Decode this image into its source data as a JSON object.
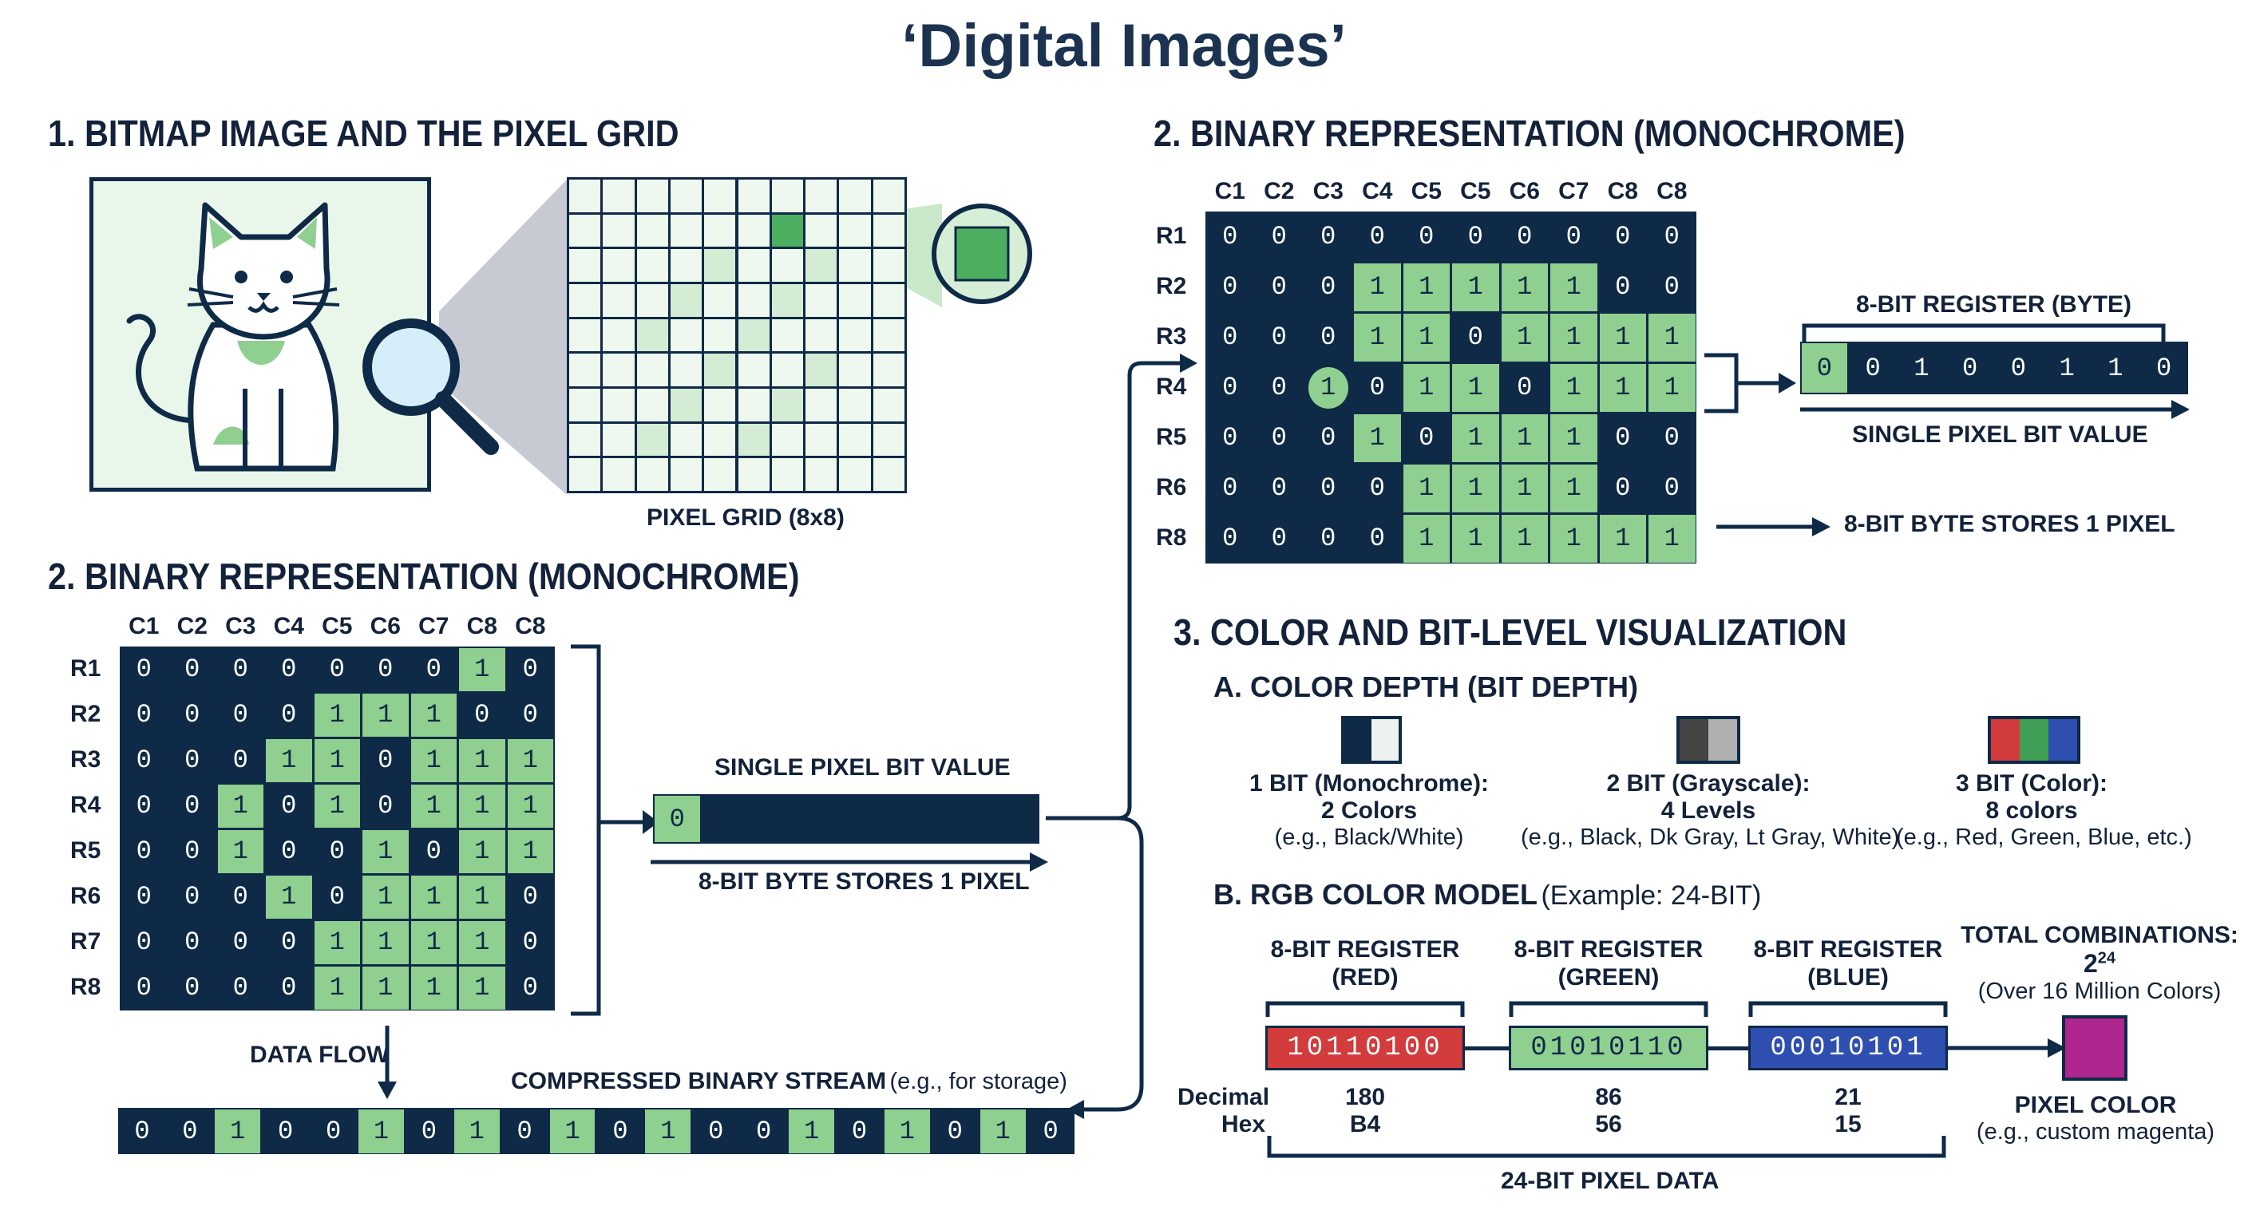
{
  "title": "‘Digital Images’",
  "section1": {
    "heading": "1. BITMAP IMAGE AND THE PIXEL GRID",
    "grid_caption": "PIXEL GRID (8x8)"
  },
  "section2a": {
    "heading": "2. BINARY REPRESENTATION (MONOCHROME)",
    "col_headers": [
      "C1",
      "C2",
      "C3",
      "C4",
      "C5",
      "C6",
      "C7",
      "C8",
      "C8"
    ],
    "row_headers": [
      "R1",
      "R2",
      "R3",
      "R4",
      "R5",
      "R6",
      "R7",
      "R8"
    ],
    "rows": [
      [
        0,
        0,
        0,
        0,
        0,
        0,
        0,
        1,
        0
      ],
      [
        0,
        0,
        0,
        0,
        1,
        1,
        1,
        0,
        0
      ],
      [
        0,
        0,
        0,
        1,
        1,
        0,
        1,
        1,
        1
      ],
      [
        0,
        0,
        1,
        0,
        1,
        0,
        1,
        1,
        1
      ],
      [
        0,
        0,
        1,
        0,
        0,
        1,
        0,
        1,
        1
      ],
      [
        0,
        0,
        0,
        1,
        0,
        1,
        1,
        1,
        0
      ],
      [
        0,
        0,
        0,
        0,
        1,
        1,
        1,
        1,
        0
      ],
      [
        0,
        0,
        0,
        0,
        1,
        1,
        1,
        1,
        0
      ]
    ],
    "single_pixel_label": "SINGLE PIXEL BIT VALUE",
    "single_pixel_value": "0",
    "byte_label": "8-BIT BYTE STORES 1 PIXEL",
    "data_flow_label": "DATA FLOW",
    "stream_label": "COMPRESSED BINARY STREAM",
    "stream_note": "(e.g., for storage)",
    "stream": [
      0,
      0,
      1,
      0,
      0,
      1,
      0,
      1,
      0,
      1,
      0,
      1,
      0,
      0,
      1,
      0,
      1,
      0,
      1,
      0
    ]
  },
  "section2b": {
    "heading": "2. BINARY REPRESENTATION (MONOCHROME)",
    "col_headers": [
      "C1",
      "C2",
      "C3",
      "C4",
      "C5",
      "C5",
      "C6",
      "C7",
      "C8",
      "C8"
    ],
    "row_headers": [
      "R1",
      "R2",
      "R3",
      "R4",
      "R5",
      "R6",
      "R8"
    ],
    "rows": [
      [
        0,
        0,
        0,
        0,
        0,
        0,
        0,
        0,
        0,
        0
      ],
      [
        0,
        0,
        0,
        1,
        1,
        1,
        1,
        1,
        0,
        0
      ],
      [
        0,
        0,
        0,
        1,
        1,
        0,
        1,
        1,
        1,
        1
      ],
      [
        0,
        0,
        1,
        0,
        1,
        1,
        0,
        1,
        1,
        1
      ],
      [
        0,
        0,
        0,
        1,
        0,
        1,
        1,
        1,
        0,
        0
      ],
      [
        0,
        0,
        0,
        0,
        1,
        1,
        1,
        1,
        0,
        0
      ],
      [
        0,
        0,
        0,
        0,
        1,
        1,
        1,
        1,
        1,
        1
      ]
    ],
    "register_label": "8-BIT REGISTER (BYTE)",
    "register_bits": [
      "0",
      "0",
      "1",
      "0",
      "0",
      "1",
      "1",
      "0"
    ],
    "single_pixel_label": "SINGLE PIXEL BIT VALUE",
    "byte_label": "8-BIT BYTE STORES 1 PIXEL"
  },
  "section3": {
    "heading": "3. COLOR AND BIT-LEVEL VISUALIZATION",
    "depth_heading": "A. COLOR DEPTH (BIT DEPTH)",
    "depths": [
      {
        "line1": "1 BIT (Monochrome):",
        "line2": "2 Colors",
        "line3": "(e.g., Black/White)"
      },
      {
        "line1": "2 BIT (Grayscale):",
        "line2": "4 Levels",
        "line3": "(e.g., Black, Dk Gray, Lt Gray, White)"
      },
      {
        "line1": "3 BIT (Color):",
        "line2": "8 colors",
        "line3": "(e.g., Red, Green, Blue, etc.)"
      }
    ],
    "rgb_heading": "B. RGB COLOR MODEL",
    "rgb_note": "(Example: 24-BIT)",
    "registers": [
      {
        "line1": "8-BIT REGISTER",
        "line2": "(RED)",
        "bits": "10110100",
        "decimal": "180",
        "hex": "B4",
        "color": "#d23c3c"
      },
      {
        "line1": "8-BIT REGISTER",
        "line2": "(GREEN)",
        "bits": "01010110",
        "decimal": "86",
        "hex": "56",
        "color": "#8fcf8f"
      },
      {
        "line1": "8-BIT REGISTER",
        "line2": "(BLUE)",
        "bits": "00010101",
        "decimal": "21",
        "hex": "15",
        "color": "#2f4fb0"
      }
    ],
    "decimal_label": "Decimal",
    "hex_label": "Hex",
    "total_label": "TOTAL COMBINATIONS:",
    "total_base": "2",
    "total_exp": "24",
    "total_note": "(Over 16 Million Colors)",
    "pixel_color_label": "PIXEL COLOR",
    "pixel_color_note": "(e.g., custom magenta)",
    "pixel_color": "#b0268f",
    "data24_label": "24-BIT PIXEL DATA"
  },
  "colors": {
    "dark": "#0e2a47",
    "light": "#8fcf8f",
    "bright": "#4caf5f"
  }
}
